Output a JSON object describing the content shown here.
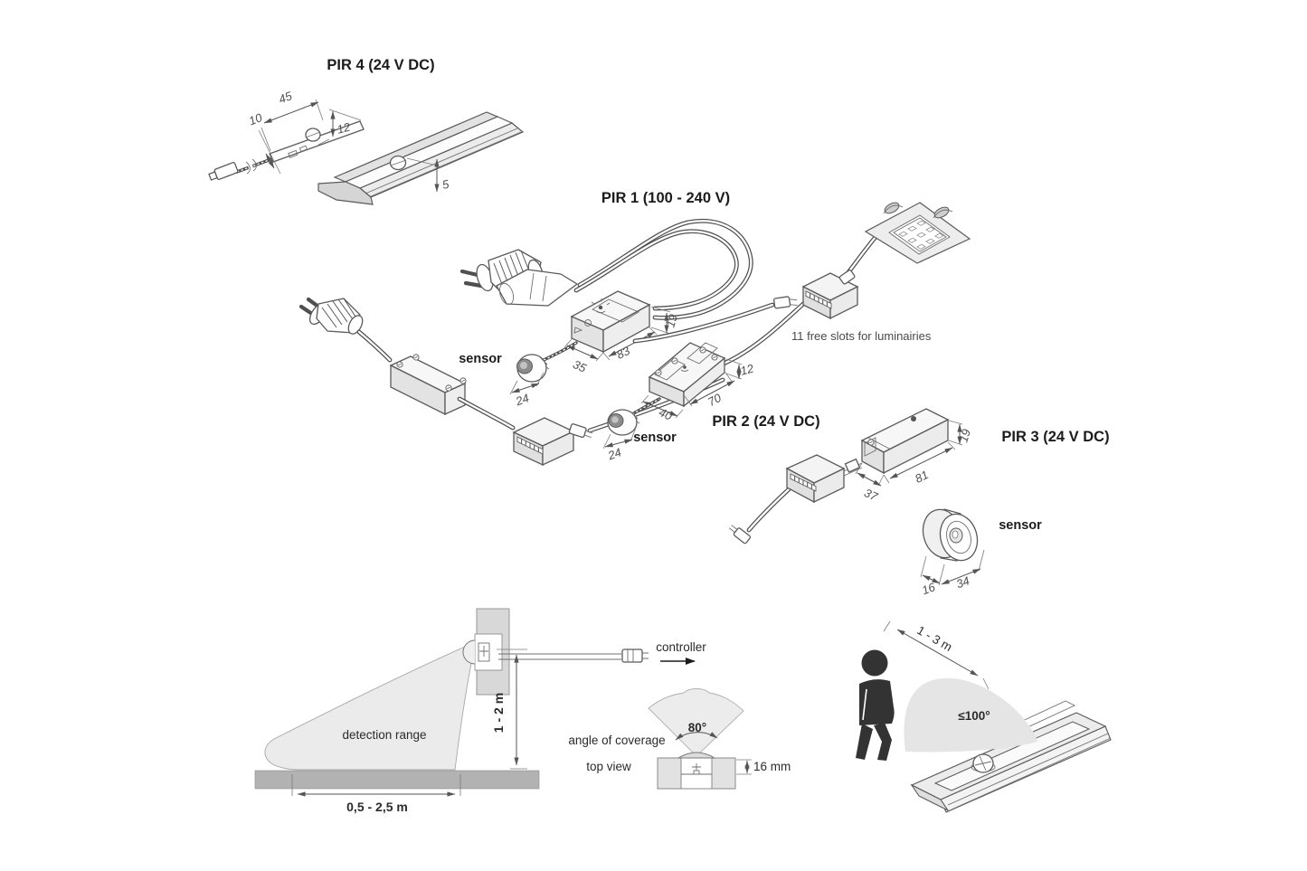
{
  "colors": {
    "line": "#5a5a5a",
    "text": "#1c1c1c",
    "fill_light": "#ececec",
    "fill_mid": "#e0e0e0",
    "cone": "#ebebeb",
    "ground": "#b2b2b2",
    "person": "#333333"
  },
  "pir4": {
    "title": "PIR 4 (24 V DC)",
    "dim_length": "45",
    "dim_width": "10",
    "dim_height": "12",
    "dim_profile_depth": "5"
  },
  "pir1": {
    "title": "PIR 1 (100 - 240 V)",
    "sensor_label": "sensor",
    "dim_length": "83",
    "dim_width": "35",
    "dim_height": "19",
    "dim_sensor": "24"
  },
  "pir2": {
    "title": "PIR 2 (24 V DC)",
    "sensor_label": "sensor",
    "dim_length": "70",
    "dim_width": "40",
    "dim_height": "12",
    "dim_sensor": "24"
  },
  "pir3": {
    "title": "PIR 3 (24 V DC)",
    "sensor_label": "sensor",
    "dim_length": "81",
    "dim_width": "37",
    "dim_height": "19",
    "dim_sensor_depth": "16",
    "dim_sensor_diameter": "34"
  },
  "luminaire": {
    "note": "11 free slots for luminairies"
  },
  "detection": {
    "label": "detection range",
    "height_range": "1 - 2 m",
    "floor_range": "0,5 - 2,5 m"
  },
  "coverage": {
    "controller_label": "controller",
    "angle_label": "angle of coverage",
    "view_label": "top view",
    "angle_value": "80°",
    "housing_depth": "16 mm"
  },
  "walkby": {
    "distance": "1 - 3 m",
    "angle": "≤100°"
  }
}
